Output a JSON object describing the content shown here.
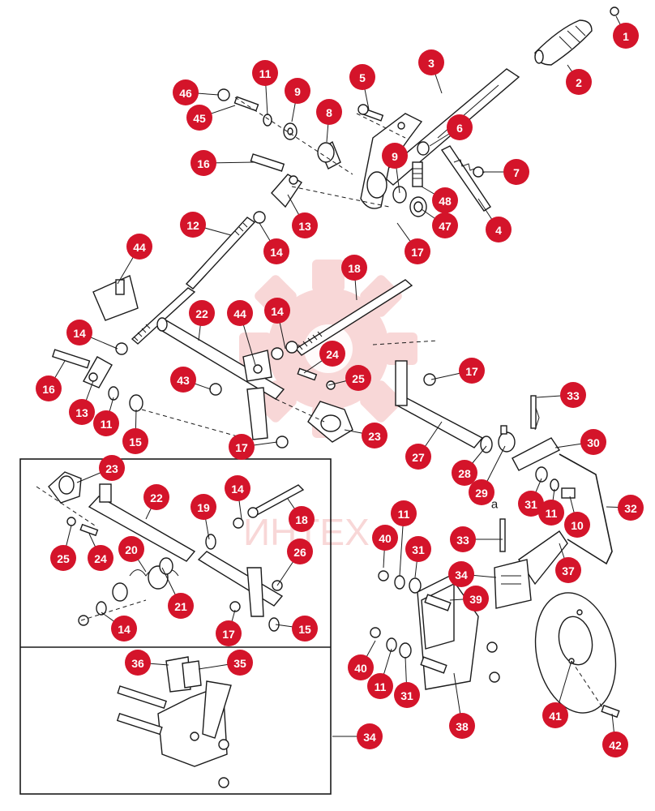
{
  "colors": {
    "callout": "#d4142a",
    "callout_text": "#ffffff",
    "ink": "#1a1a1a",
    "watermark": "#f4b7b7"
  },
  "watermark": {
    "text": "ИНТЕХ"
  },
  "callouts": [
    {
      "id": "c1",
      "label": "1"
    },
    {
      "id": "c2",
      "label": "2"
    },
    {
      "id": "c3",
      "label": "3"
    },
    {
      "id": "c4",
      "label": "4"
    },
    {
      "id": "c5",
      "label": "5"
    },
    {
      "id": "c6",
      "label": "6"
    },
    {
      "id": "c7",
      "label": "7"
    },
    {
      "id": "c8",
      "label": "8"
    },
    {
      "id": "c9a",
      "label": "9"
    },
    {
      "id": "c9b",
      "label": "9"
    },
    {
      "id": "c46",
      "label": "46"
    },
    {
      "id": "c11a",
      "label": "11"
    },
    {
      "id": "c45",
      "label": "45"
    },
    {
      "id": "c16a",
      "label": "16"
    },
    {
      "id": "c48",
      "label": "48"
    },
    {
      "id": "c47",
      "label": "47"
    },
    {
      "id": "c13a",
      "label": "13"
    },
    {
      "id": "c12",
      "label": "12"
    },
    {
      "id": "c14a",
      "label": "14"
    },
    {
      "id": "c17a",
      "label": "17"
    },
    {
      "id": "c44a",
      "label": "44"
    },
    {
      "id": "c18a",
      "label": "18"
    },
    {
      "id": "c22a",
      "label": "22"
    },
    {
      "id": "c44b",
      "label": "44"
    },
    {
      "id": "c14b",
      "label": "14"
    },
    {
      "id": "c14c",
      "label": "14"
    },
    {
      "id": "c24a",
      "label": "24"
    },
    {
      "id": "c25a",
      "label": "25"
    },
    {
      "id": "c17b",
      "label": "17"
    },
    {
      "id": "c43",
      "label": "43"
    },
    {
      "id": "c16b",
      "label": "16"
    },
    {
      "id": "c13b",
      "label": "13"
    },
    {
      "id": "c11b",
      "label": "11"
    },
    {
      "id": "c15a",
      "label": "15"
    },
    {
      "id": "c23a",
      "label": "23"
    },
    {
      "id": "c17c",
      "label": "17"
    },
    {
      "id": "c33a",
      "label": "33"
    },
    {
      "id": "c27",
      "label": "27"
    },
    {
      "id": "c30",
      "label": "30"
    },
    {
      "id": "c28",
      "label": "28"
    },
    {
      "id": "c29",
      "label": "29"
    },
    {
      "id": "c31a",
      "label": "31"
    },
    {
      "id": "c11c",
      "label": "11"
    },
    {
      "id": "c10",
      "label": "10"
    },
    {
      "id": "c32",
      "label": "32"
    },
    {
      "id": "c23b",
      "label": "23"
    },
    {
      "id": "c22b",
      "label": "22"
    },
    {
      "id": "c19",
      "label": "19"
    },
    {
      "id": "c14d",
      "label": "14"
    },
    {
      "id": "c18b",
      "label": "18"
    },
    {
      "id": "c25b",
      "label": "25"
    },
    {
      "id": "c24b",
      "label": "24"
    },
    {
      "id": "c20",
      "label": "20"
    },
    {
      "id": "c26",
      "label": "26"
    },
    {
      "id": "c21",
      "label": "21"
    },
    {
      "id": "c14e",
      "label": "14"
    },
    {
      "id": "c17d",
      "label": "17"
    },
    {
      "id": "c15b",
      "label": "15"
    },
    {
      "id": "c11d",
      "label": "11"
    },
    {
      "id": "c40a",
      "label": "40"
    },
    {
      "id": "c31b",
      "label": "31"
    },
    {
      "id": "c33b",
      "label": "33"
    },
    {
      "id": "c34a",
      "label": "34"
    },
    {
      "id": "c39",
      "label": "39"
    },
    {
      "id": "c37",
      "label": "37"
    },
    {
      "id": "c36",
      "label": "36"
    },
    {
      "id": "c35",
      "label": "35"
    },
    {
      "id": "c40b",
      "label": "40"
    },
    {
      "id": "c11e",
      "label": "11"
    },
    {
      "id": "c31c",
      "label": "31"
    },
    {
      "id": "c38",
      "label": "38"
    },
    {
      "id": "c41",
      "label": "41"
    },
    {
      "id": "c42",
      "label": "42"
    },
    {
      "id": "c34b",
      "label": "34"
    }
  ],
  "letter_marker": {
    "label": "a"
  }
}
